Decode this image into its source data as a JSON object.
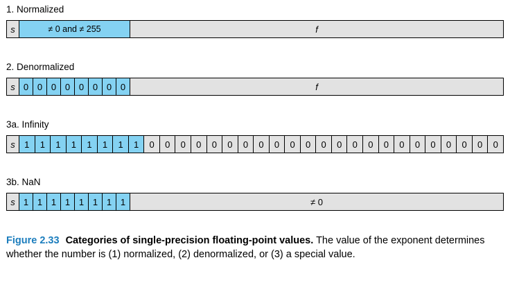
{
  "diagrams": [
    {
      "label": "1. Normalized",
      "sign": "s",
      "exponent": {
        "field": "≠ 0 and ≠ 255"
      },
      "fraction": {
        "field": "f",
        "italic": true
      }
    },
    {
      "label": "2. Denormalized",
      "sign": "s",
      "exponent": {
        "bits": [
          "0",
          "0",
          "0",
          "0",
          "0",
          "0",
          "0",
          "0"
        ]
      },
      "fraction": {
        "field": "f",
        "italic": true
      }
    },
    {
      "label": "3a. Infinity",
      "sign": "s",
      "exponent": {
        "bits": [
          "1",
          "1",
          "1",
          "1",
          "1",
          "1",
          "1",
          "1"
        ]
      },
      "fraction": {
        "bits": [
          "0",
          "0",
          "0",
          "0",
          "0",
          "0",
          "0",
          "0",
          "0",
          "0",
          "0",
          "0",
          "0",
          "0",
          "0",
          "0",
          "0",
          "0",
          "0",
          "0",
          "0",
          "0",
          "0"
        ]
      }
    },
    {
      "label": "3b. NaN",
      "sign": "s",
      "exponent": {
        "bits": [
          "1",
          "1",
          "1",
          "1",
          "1",
          "1",
          "1",
          "1"
        ]
      },
      "fraction": {
        "field": "≠ 0",
        "italic": false
      }
    }
  ],
  "caption": {
    "figure_label": "Figure 2.33",
    "title": "Categories of single-precision floating-point values.",
    "body": "The value of the exponent determines whether the number is (1) normalized, (2) denormalized, or (3) a special value."
  },
  "colors": {
    "exponent_fill": "#84d2f2",
    "field_fill": "#e2e2e2",
    "cell_border": "#000000",
    "figure_label": "#1b7dbd"
  }
}
